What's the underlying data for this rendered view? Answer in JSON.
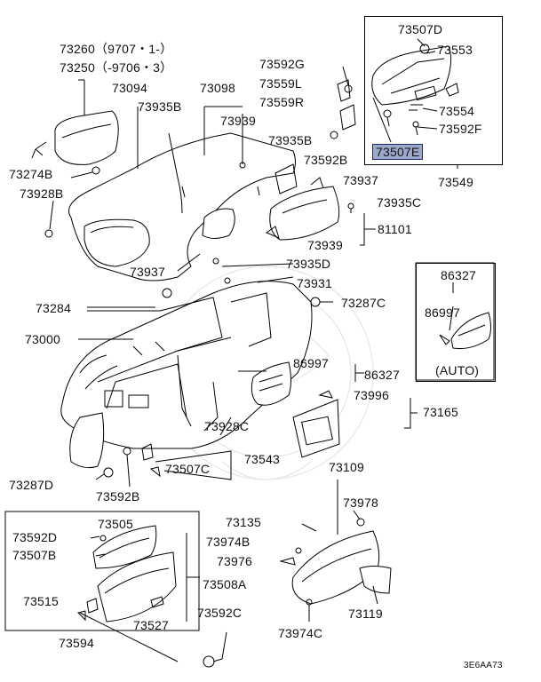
{
  "diagram_code": "3E6AA73",
  "labels": {
    "p73507D": "73507D",
    "p73553": "73553",
    "p73554": "73554",
    "p73592F": "73592F",
    "p73507E": "73507E",
    "p73549": "73549",
    "p73260": "73260（9707・1-）",
    "p73250": "73250（-9706・3）",
    "p73094": "73094",
    "p73098": "73098",
    "p73935B_a": "73935B",
    "p73939_a": "73939",
    "p73592G": "73592G",
    "p73559L": "73559L",
    "p73559R": "73559R",
    "p73935B_b": "73935B",
    "p73592B_a": "73592B",
    "p73274B": "73274B",
    "p73928B": "73928B",
    "p73937_a": "73937",
    "p73935C": "73935C",
    "p81101": "81101",
    "p73939_b": "73939",
    "p73937_b": "73937",
    "p73935D": "73935D",
    "p73931": "73931",
    "p73287C": "73287C",
    "p73284": "73284",
    "p73000": "73000",
    "p86327_a": "86327",
    "p86997_a": "86997",
    "auto": "(AUTO)",
    "p86997_b": "86997",
    "p86327_b": "86327",
    "p73996": "73996",
    "p73165": "73165",
    "p73928C": "73928C",
    "p73543": "73543",
    "p73507C": "73507C",
    "p73287D": "73287D",
    "p73592B_b": "73592B",
    "p73109": "73109",
    "p73978": "73978",
    "p73135": "73135",
    "p73974B": "73974B",
    "p73976": "73976",
    "p73119": "73119",
    "p73974C": "73974C",
    "p73592D": "73592D",
    "p73505": "73505",
    "p73507B": "73507B",
    "p73508A": "73508A",
    "p73515": "73515",
    "p73527": "73527",
    "p73594": "73594",
    "p73592C": "73592C"
  },
  "colors": {
    "highlight": "#9ca7cc",
    "highlight_border": "#1b2a6b",
    "line": "#000000"
  }
}
